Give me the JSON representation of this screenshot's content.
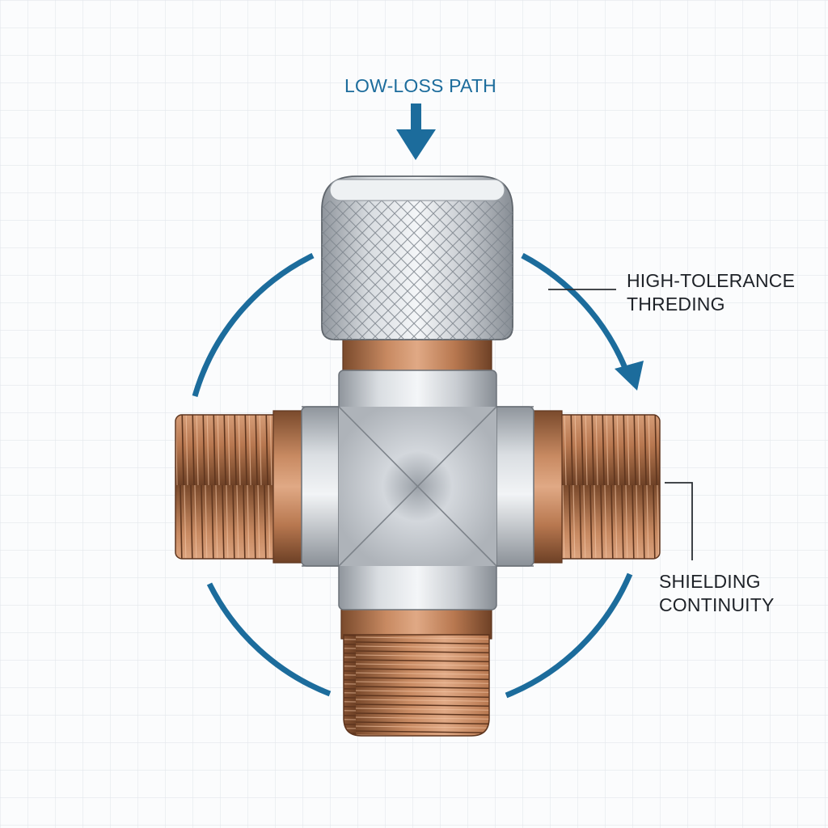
{
  "labels": {
    "low_loss": "LOW-LOSS PATH",
    "threading": [
      "HIGH-TOLERANCE",
      "THREDING"
    ],
    "shielding": [
      "SHIELDING",
      "CONTINUITY"
    ]
  },
  "colors": {
    "accent_blue": "#1c6c9c",
    "text_dark": "#1e2228",
    "steel": "#b9bec4",
    "copper": "#b9774f",
    "grid": "#e3e7ec",
    "background": "#fbfcfd"
  },
  "icons": [
    "down-arrow-icon",
    "curved-arrow-icon"
  ]
}
